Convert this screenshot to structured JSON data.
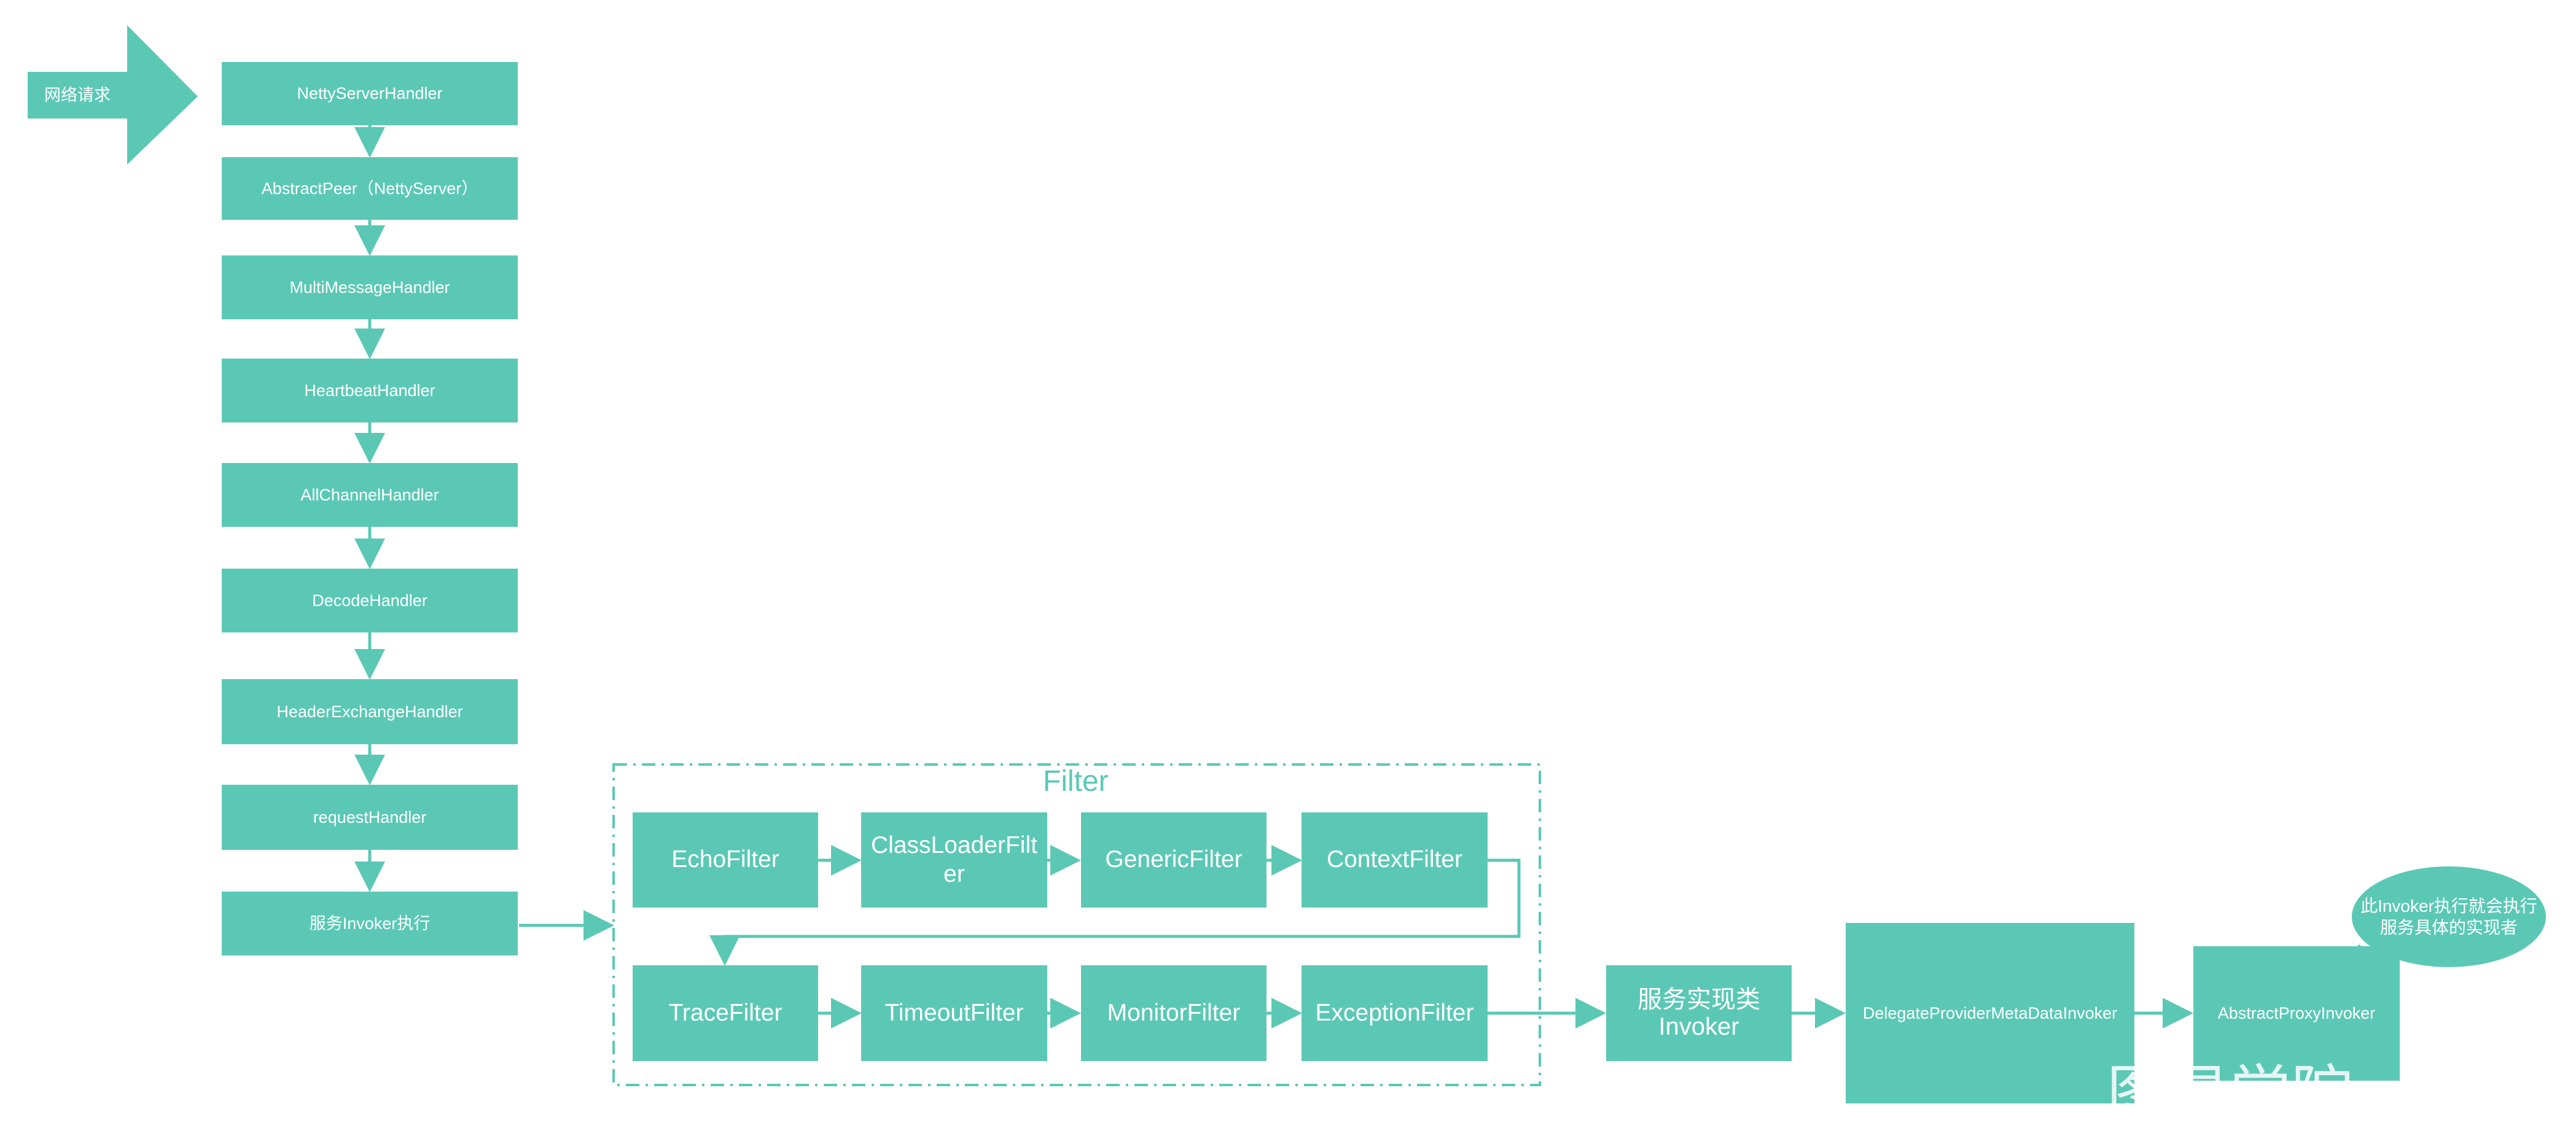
{
  "entry": {
    "label": "网络请求"
  },
  "handlers": [
    "NettyServerHandler",
    "AbstractPeer（NettyServer）",
    "MultiMessageHandler",
    "HeartbeatHandler",
    "AllChannelHandler",
    "DecodeHandler",
    "HeaderExchangeHandler",
    "requestHandler",
    "服务Invoker执行"
  ],
  "filter_group": {
    "title": "Filter",
    "row1": [
      "EchoFilter",
      "ClassLoaderFilter",
      "GenericFilter",
      "ContextFilter"
    ],
    "row2": [
      "TraceFilter",
      "TimeoutFilter",
      "MonitorFilter",
      "ExceptionFilter"
    ]
  },
  "service_invoker": {
    "line1": "服务实现类",
    "line2": "Invoker"
  },
  "delegate_invoker": {
    "label": "DelegateProviderMetaDataInvoker"
  },
  "proxy_invoker": {
    "label": "AbstractProxyInvoker"
  },
  "callout": {
    "line1": "此Invoker执行就会执行",
    "line2": "服务具体的实现者"
  },
  "watermark": {
    "text": "图灵学院"
  },
  "colors": {
    "accent": "#5bc8b5",
    "background": "#ffffff",
    "text_on_accent": "#ffffff"
  }
}
